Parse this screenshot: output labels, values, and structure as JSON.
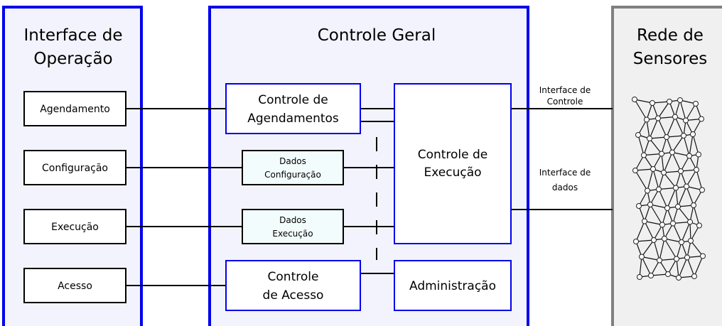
{
  "panels": {
    "left": {
      "title_lines": [
        "Interface de",
        "Operação"
      ]
    },
    "center": {
      "title": "Controle Geral"
    },
    "right": {
      "title_lines": [
        "Rede de",
        "Sensores"
      ]
    }
  },
  "operation_items": [
    "Agendamento",
    "Configuração",
    "Execução",
    "Acesso"
  ],
  "boxes": {
    "controle_agendamentos": [
      "Controle de",
      "Agendamentos"
    ],
    "dados_configuracao": [
      "Dados",
      "Configuração"
    ],
    "dados_execucao": [
      "Dados",
      "Execução"
    ],
    "controle_acesso": [
      "Controle",
      "de Acesso"
    ],
    "controle_execucao": [
      "Controle de",
      "Execução"
    ],
    "administracao": "Administração"
  },
  "interfaces": {
    "controle": [
      "Interface de",
      "Controle"
    ],
    "dados": [
      "Interface de",
      "dados"
    ]
  },
  "colors": {
    "blue_border": "#0000ee",
    "panel_fill": "#f3f3fd",
    "data_box_fill": "#f3fcfc",
    "gray_border": "#808080",
    "gray_fill": "#f0f0f0"
  }
}
